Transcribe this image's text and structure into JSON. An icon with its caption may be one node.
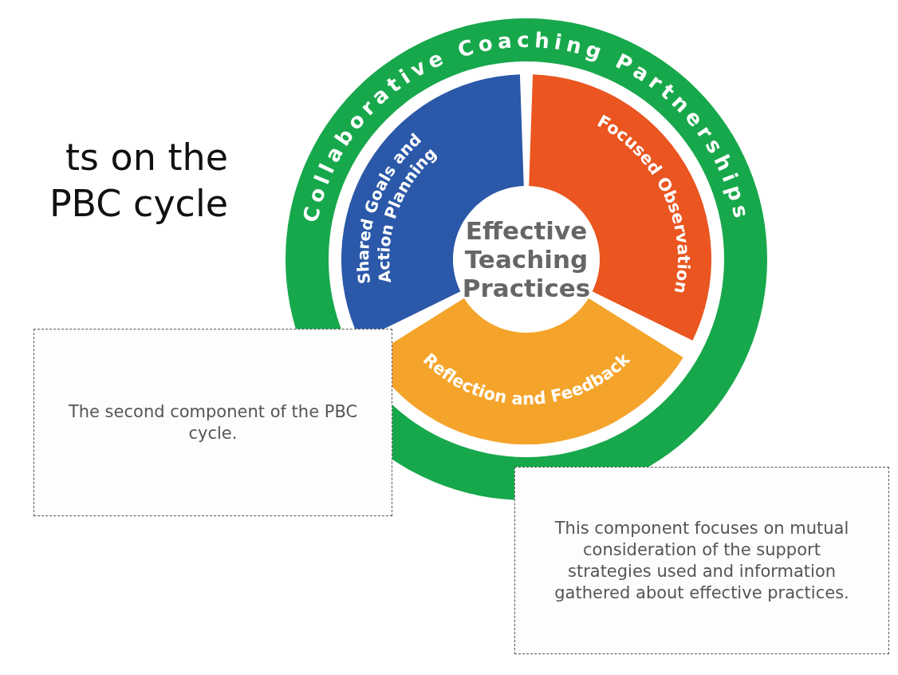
{
  "diagram": {
    "title": "ts on the PBC cycle",
    "nodes": [
      {
        "text": [
          "Collaborative Coaching Partnerships"
        ]
      },
      {
        "text": [
          "Shared Goals and Action Planning"
        ],
        "in": 0
      },
      {
        "text": [
          "Focused Observation"
        ],
        "in": 0
      },
      {
        "text": [
          "Reflection and Feedback"
        ],
        "in": 0
      },
      {
        "text": [
          "Effective Teaching Practices"
        ],
        "in": 0
      },
      {
        "text": [
          "The second component of the PBC cycle."
        ]
      },
      {
        "text": [
          "This component focuses on mutual consideration of the support strategies used and information gathered about effective practices."
        ]
      }
    ],
    "edges": []
  }
}
